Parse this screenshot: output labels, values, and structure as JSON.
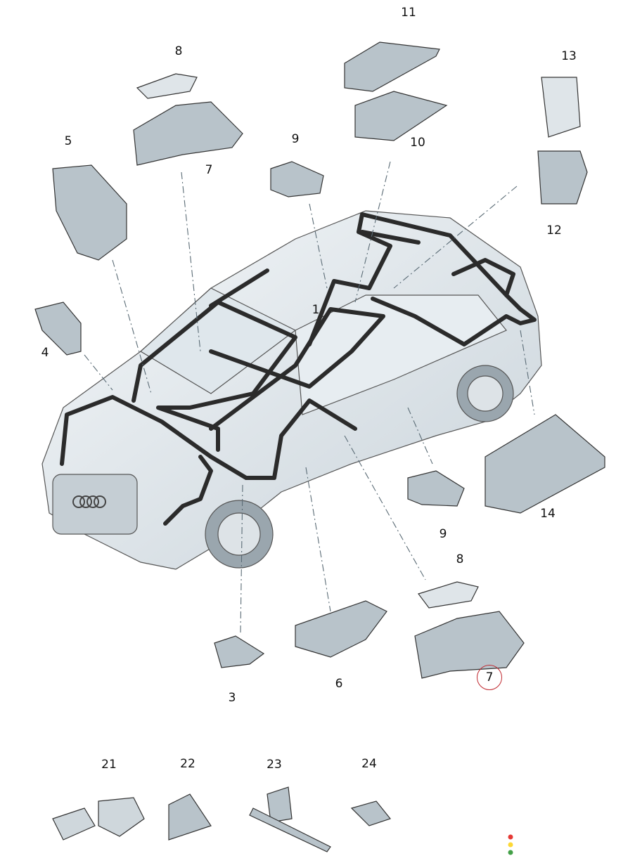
{
  "diagram": {
    "callouts": [
      {
        "id": "c11",
        "label": "11"
      },
      {
        "id": "c8a",
        "label": "8"
      },
      {
        "id": "c13",
        "label": "13"
      },
      {
        "id": "c5",
        "label": "5"
      },
      {
        "id": "c7a",
        "label": "7"
      },
      {
        "id": "c9a",
        "label": "9"
      },
      {
        "id": "c10",
        "label": "10"
      },
      {
        "id": "c12",
        "label": "12"
      },
      {
        "id": "c1",
        "label": "1"
      },
      {
        "id": "c4",
        "label": "4"
      },
      {
        "id": "c14",
        "label": "14"
      },
      {
        "id": "c9b",
        "label": "9"
      },
      {
        "id": "c8b",
        "label": "8"
      },
      {
        "id": "c7b",
        "label": "7",
        "highlighted": true
      },
      {
        "id": "c3",
        "label": "3"
      },
      {
        "id": "c6",
        "label": "6"
      },
      {
        "id": "c21",
        "label": "21"
      },
      {
        "id": "c22",
        "label": "22"
      },
      {
        "id": "c23",
        "label": "23"
      },
      {
        "id": "c24",
        "label": "24"
      }
    ],
    "highlight_color": "#c0282f",
    "status_dots": [
      "#e53935",
      "#fdd835",
      "#43a047"
    ]
  }
}
